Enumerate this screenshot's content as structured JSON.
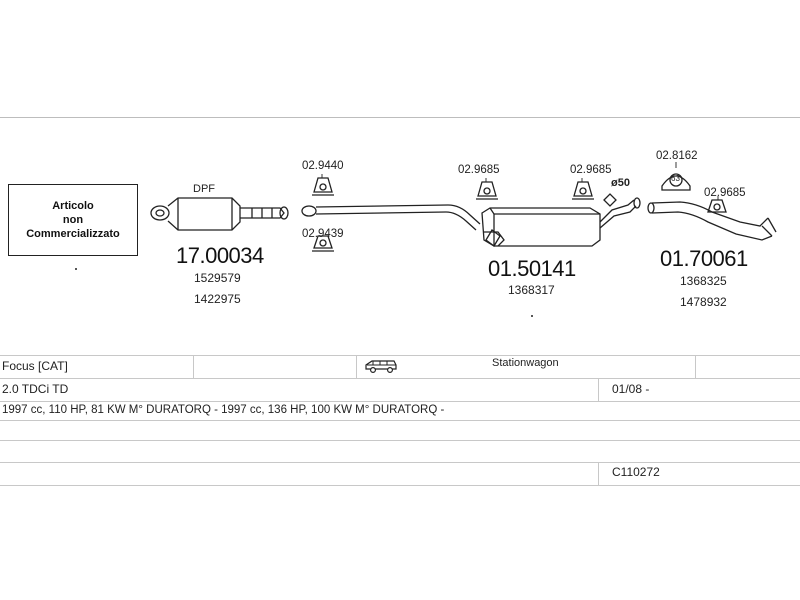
{
  "note_box": {
    "line1": "Articolo",
    "line2": "non",
    "line3": "Commercializzato"
  },
  "parts": [
    {
      "code": "17.00034",
      "oe": [
        "1529579",
        "1422975"
      ],
      "label": "DPF"
    },
    {
      "code": "01.50141",
      "oe": [
        "1368317"
      ]
    },
    {
      "code": "01.70061",
      "oe": [
        "1368325",
        "1478932"
      ]
    }
  ],
  "clips": {
    "c1": "02.9440",
    "c2": "02.9439",
    "c3": "02.9685",
    "c4": "02.9685",
    "c5": "02.8162",
    "c6": "02.9685",
    "diameter": "ø50",
    "ring": "63"
  },
  "vehicle": {
    "model": "Focus  [CAT]",
    "body": "Stationwagon",
    "engine": "2.0 TDCi TD",
    "date": "01/08 -",
    "specs": "1997 cc, 110 HP, 81 KW M° DURATORQ - 1997 cc, 136 HP, 100 KW M° DURATORQ -",
    "ref": "C110272"
  },
  "icons": {
    "vehicle": "station-wagon-icon"
  }
}
